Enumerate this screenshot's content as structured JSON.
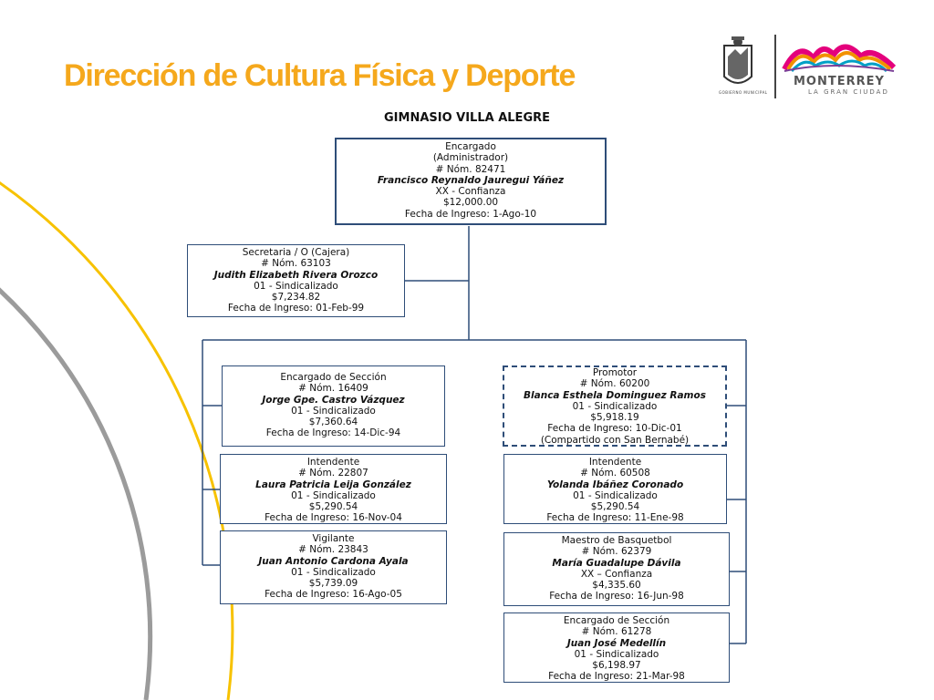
{
  "header": {
    "title": "Dirección de Cultura Física y Deporte",
    "subtitle": "GIMNASIO VILLA ALEGRE"
  },
  "logos": {
    "shield_caption": "GOBIERNO MUNICIPAL",
    "city_name": "MONTERREY",
    "city_tagline": "LA GRAN CIUDAD"
  },
  "colors": {
    "title": "#f5a81c",
    "box_border": "#2e4d78",
    "arc_yellow": "#f7c200",
    "arc_gray": "#9b9b9b"
  },
  "org": {
    "director": {
      "role": "Encargado",
      "role2": "(Administrador)",
      "nom": "# Nóm. 82471",
      "name": "Francisco Reynaldo Jauregui Yáñez",
      "category": "XX - Confianza",
      "salary": "$12,000.00",
      "date": "Fecha de Ingreso:  1-Ago-10"
    },
    "secretary": {
      "role": "Secretaria / O (Cajera)",
      "nom": "# Nóm. 63103",
      "name": "Judith Elizabeth Rivera Orozco",
      "category": "01 - Sindicalizado",
      "salary": "$7,234.82",
      "date": "Fecha de Ingreso:  01-Feb-99"
    },
    "left": [
      {
        "role": "Encargado de Sección",
        "nom": "# Nóm. 16409",
        "name": "Jorge Gpe. Castro Vázquez",
        "category": "01 - Sindicalizado",
        "salary": "$7,360.64",
        "date": "Fecha de Ingreso:  14-Dic-94"
      },
      {
        "role": "Intendente",
        "nom": "# Nóm. 22807",
        "name": "Laura Patricia Leija González",
        "category": "01 - Sindicalizado",
        "salary": "$5,290.54",
        "date": "Fecha de Ingreso:  16-Nov-04"
      },
      {
        "role": "Vigilante",
        "nom": "# Nóm. 23843",
        "name": "Juan Antonio Cardona Ayala",
        "category": "01 - Sindicalizado",
        "salary": "$5,739.09",
        "date": "Fecha de Ingreso:  16-Ago-05"
      }
    ],
    "right": [
      {
        "role": "Promotor",
        "nom": "# Nóm. 60200",
        "name": "Blanca Esthela Dominguez Ramos",
        "category": "01 - Sindicalizado",
        "salary": "$5,918.19",
        "date": "Fecha de Ingreso:  10-Dic-01",
        "note": "(Compartido con  San Bernabé)"
      },
      {
        "role": "Intendente",
        "nom": "# Nóm. 60508",
        "name": "Yolanda Ibáñez Coronado",
        "category": "01 - Sindicalizado",
        "salary": "$5,290.54",
        "date": "Fecha de Ingreso:  11-Ene-98"
      },
      {
        "role": "Maestro de Basquetbol",
        "nom": "# Nóm. 62379",
        "name": "María Guadalupe Dávila",
        "category": "XX – Confianza",
        "salary": "$4,335.60",
        "date": "Fecha de Ingreso:  16-Jun-98"
      },
      {
        "role": "Encargado de Sección",
        "nom": "# Nóm. 61278",
        "name": "Juan José Medellín",
        "category": "01 - Sindicalizado",
        "salary": "$6,198.97",
        "date": "Fecha de Ingreso:  21-Mar-98"
      }
    ]
  }
}
